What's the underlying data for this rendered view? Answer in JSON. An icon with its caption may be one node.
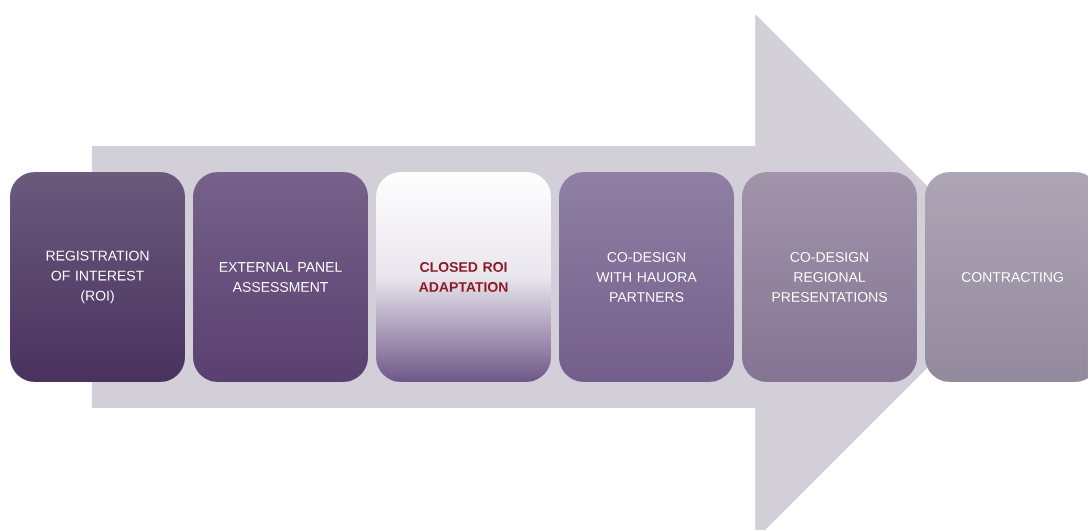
{
  "diagram": {
    "nodes": [
      {
        "text": [
          "REGISTRATION OF INTEREST (ROI)"
        ]
      },
      {
        "text": [
          "EXTERNAL PANEL ASSESSMENT"
        ]
      },
      {
        "text": [
          "CLOSED ROI ADAPTATION"
        ]
      },
      {
        "text": [
          "CO-DESIGN WITH HAUORA PARTNERS"
        ]
      },
      {
        "text": [
          "CO-DESIGN REGIONAL PRESENTATIONS"
        ]
      },
      {
        "text": [
          "CONTRACTING"
        ]
      }
    ],
    "edges": [
      {
        "from": 0,
        "to": 5,
        "arrow": "to"
      }
    ]
  }
}
